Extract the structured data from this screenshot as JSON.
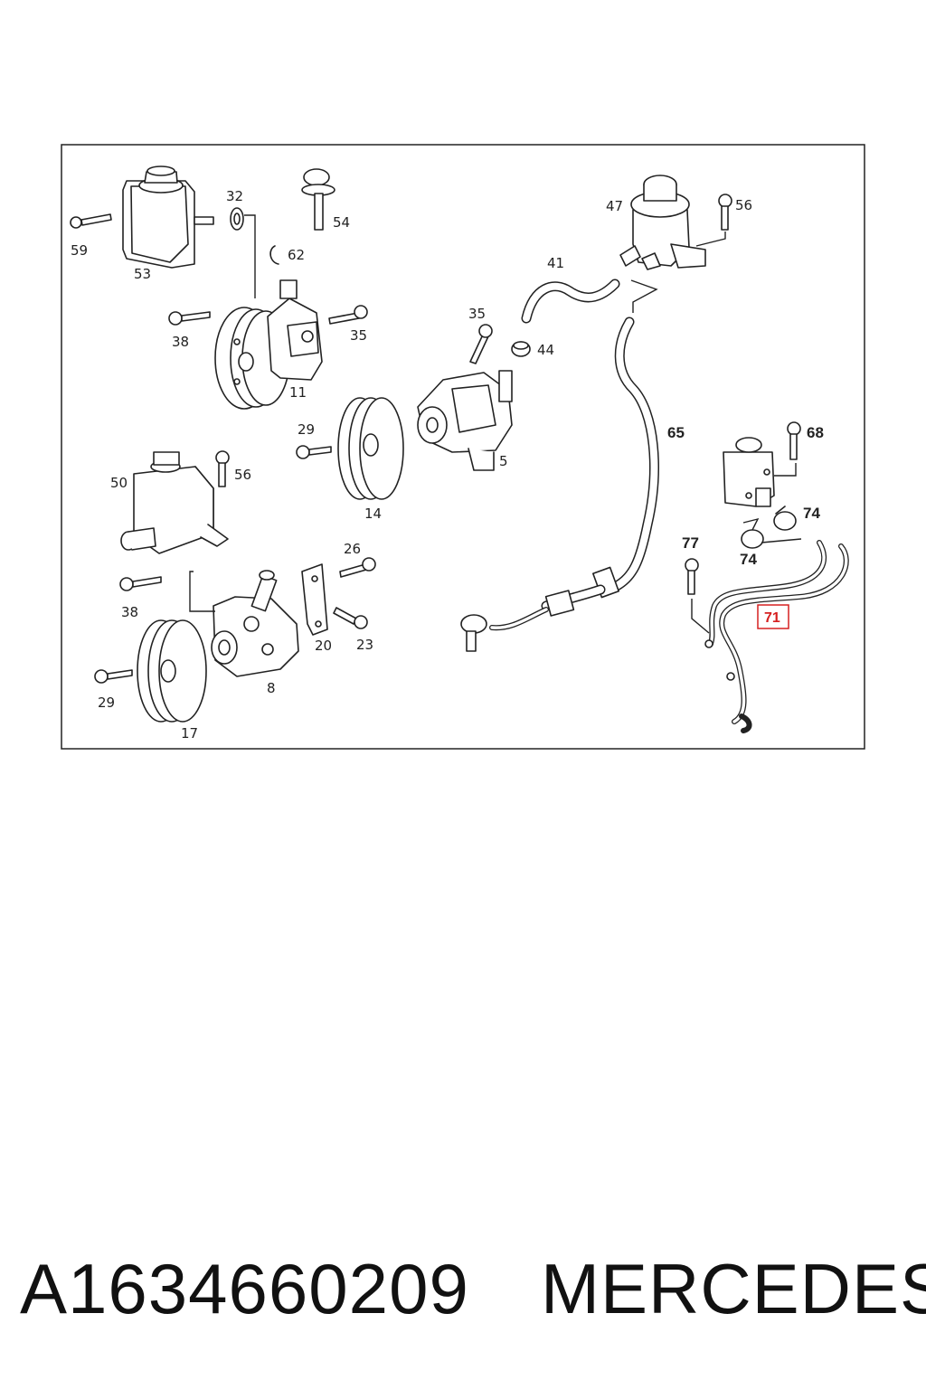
{
  "diagram": {
    "labels": {
      "l59": "59",
      "l53": "53",
      "l32": "32",
      "l54": "54",
      "l62": "62",
      "l38a": "38",
      "l35a": "35",
      "l11": "11",
      "l35b": "35",
      "l44": "44",
      "l5": "5",
      "l41": "41",
      "l47": "47",
      "l56a": "56",
      "l65": "65",
      "l29a": "29",
      "l14": "14",
      "l50": "50",
      "l56b": "56",
      "l68": "68",
      "l74a": "74",
      "l74b": "74",
      "l77": "77",
      "l71": "71",
      "l38b": "38",
      "l26": "26",
      "l20": "20",
      "l23": "23",
      "l8": "8",
      "l29b": "29",
      "l17": "17"
    },
    "highlighted_part": "71",
    "highlight_color": "#d62020"
  },
  "footer": {
    "part_number": "A1634660209",
    "brand": "MERCEDES"
  }
}
